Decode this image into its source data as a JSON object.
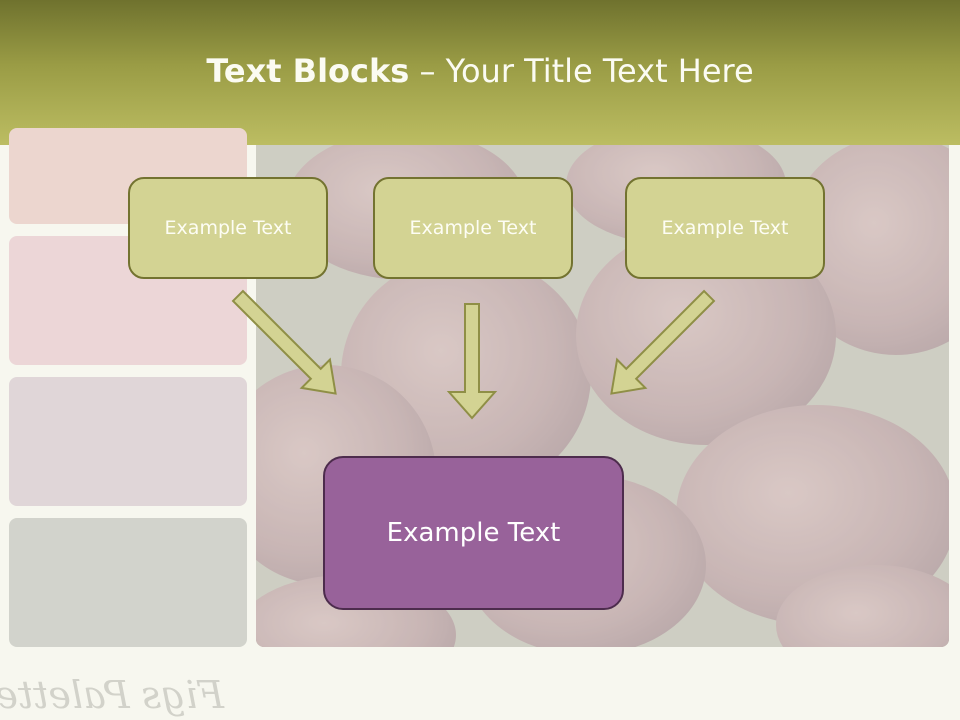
{
  "header": {
    "title_bold": "Text Blocks",
    "title_rest": " – Your Title Text Here"
  },
  "blocks": {
    "top_left": "Example Text",
    "top_center": "Example Text",
    "top_right": "Example Text",
    "bottom": "Example Text"
  },
  "footer": {
    "brand": "Figs Palette"
  },
  "colors": {
    "header": "#9a9c45",
    "small_block": "#d3d393",
    "small_border": "#737330",
    "big_block": "#98629a",
    "big_border": "#4d2c4d",
    "arrow": "#d3d393"
  }
}
